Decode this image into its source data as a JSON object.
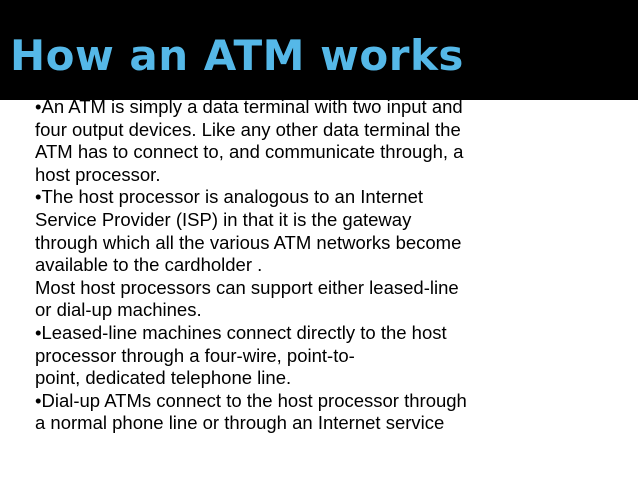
{
  "slide": {
    "title": "How an ATM works",
    "lines": [
      "•An ATM is simply  a data terminal with two input and",
      "four output devices. Like any other data terminal the",
      "ATM has to connect to, and communicate through, a",
      "host processor.",
      "•The host processor is analogous to an  Internet",
      "Service Provider (ISP) in that it is the gateway",
      "through which all the various ATM networks become",
      "available to the cardholder .",
      "Most host processors can support either leased-line",
      "or dial-up machines.",
      "•Leased-line machines connect directly to the host",
      "processor through a four-wire, point-to-",
      "point, dedicated telephone line.",
      "•Dial-up ATMs connect to the host processor through",
      "a normal phone line or through an Internet service"
    ]
  },
  "colors": {
    "title_bar": "#000000",
    "title_text": "#55b8e8",
    "body_text": "#000000",
    "background": "#ffffff"
  }
}
